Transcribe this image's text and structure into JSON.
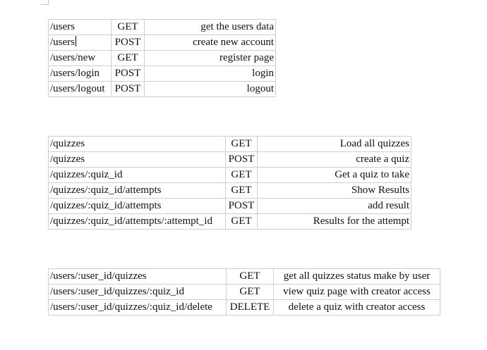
{
  "tables": [
    {
      "rows": [
        {
          "path": "/users",
          "method": "GET",
          "description": "get the users data"
        },
        {
          "path": "/users",
          "method": "POST",
          "description": "create new account"
        },
        {
          "path": "/users/new",
          "method": "GET",
          "description": "register page"
        },
        {
          "path": "/users/login",
          "method": "POST",
          "description": "login"
        },
        {
          "path": "/users/logout",
          "method": "POST",
          "description": "logout"
        }
      ]
    },
    {
      "rows": [
        {
          "path": "/quizzes",
          "method": "GET",
          "description": "Load all quizzes"
        },
        {
          "path": "/quizzes",
          "method": "POST",
          "description": "create a quiz"
        },
        {
          "path": "/quizzes/:quiz_id",
          "method": "GET",
          "description": "Get a quiz to take"
        },
        {
          "path": "/quizzes/:quiz_id/attempts",
          "method": "GET",
          "description": "Show Results"
        },
        {
          "path": "/quizzes/:quiz_id/attempts",
          "method": "POST",
          "description": "add result"
        },
        {
          "path": "/quizzes/:quiz_id/attempts/:attempt_id",
          "method": "GET",
          "description": "Results for the attempt"
        }
      ]
    },
    {
      "rows": [
        {
          "path": "/users/:user_id/quizzes",
          "method": "GET",
          "description": "get all quizzes status make by user"
        },
        {
          "path": "/users/:user_id/quizzes/:quiz_id",
          "method": "GET",
          "description": "view quiz page with creator access"
        },
        {
          "path": "/users/:user_id/quizzes/:quiz_id/delete",
          "method": "DELETE",
          "description": "delete a quiz with creator access"
        }
      ]
    }
  ]
}
